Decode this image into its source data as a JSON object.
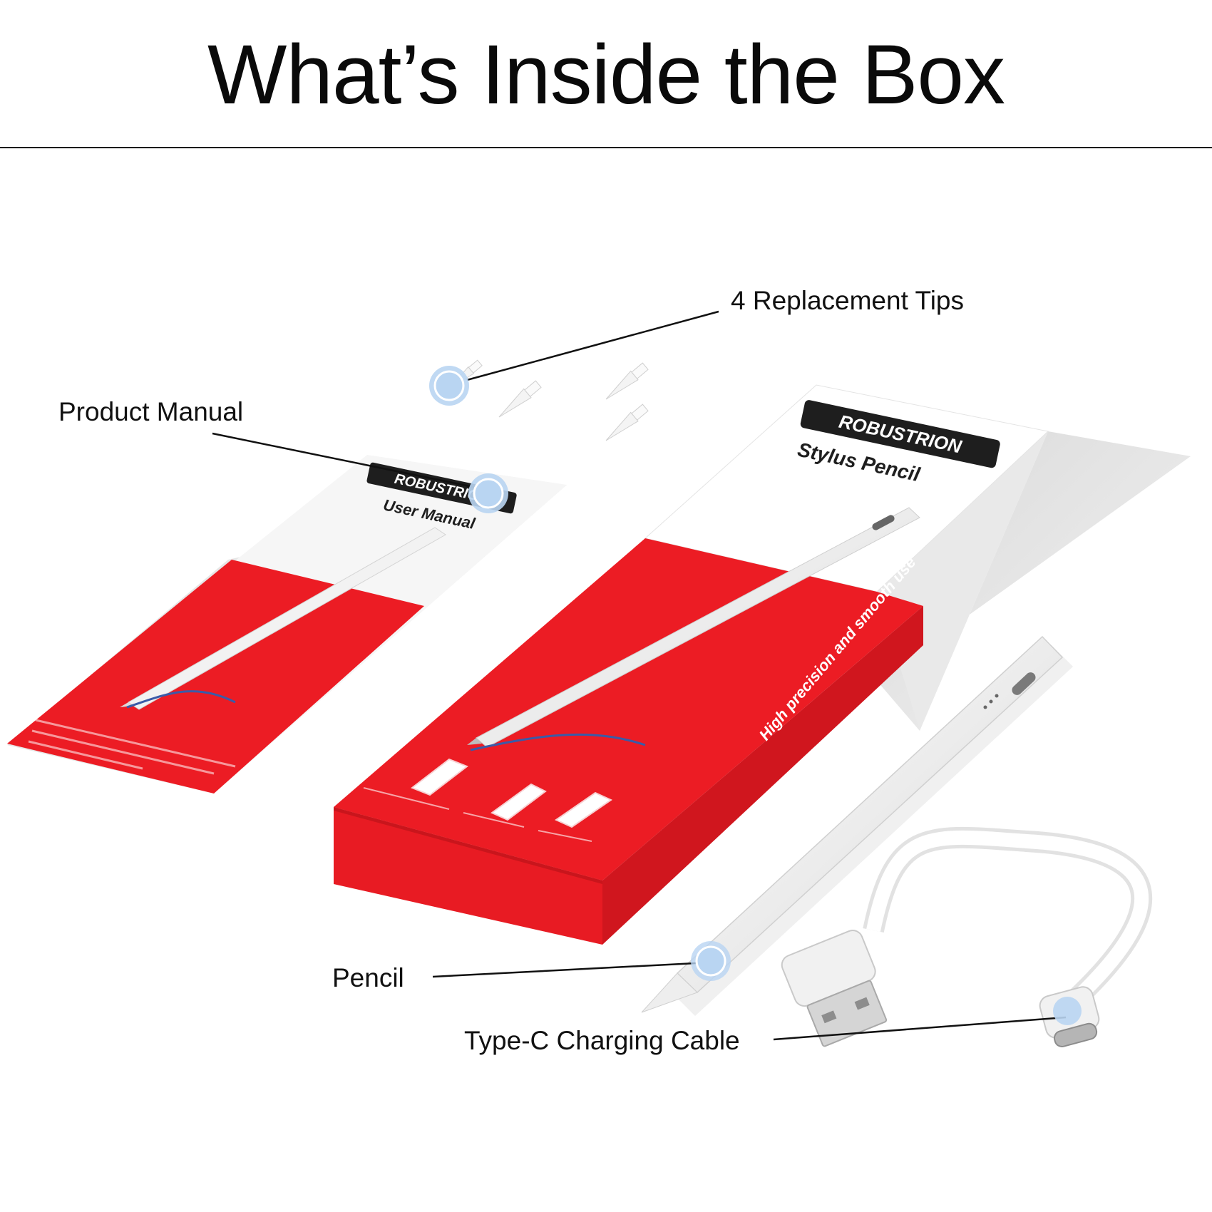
{
  "header": {
    "title": "What’s Inside the Box"
  },
  "callouts": {
    "tips": "4 Replacement Tips",
    "manual": "Product Manual",
    "pencil": "Pencil",
    "cable": "Type-C Charging Cable"
  },
  "packaging": {
    "brand": "ROBUSTRION",
    "box_title": "Stylus Pencil",
    "manual_title": "User Manual",
    "box_side_text": "High precision and smooth use"
  },
  "colors": {
    "brand_red": "#ec1c24",
    "marker_blue": "#b9d5f2",
    "line": "#111111"
  }
}
